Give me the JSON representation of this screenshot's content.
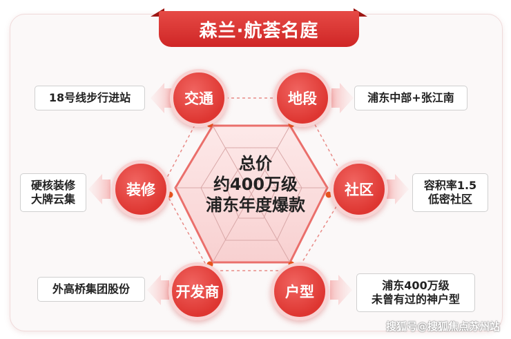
{
  "title": "森兰·航荟名庭",
  "center": {
    "line1": "总价",
    "line2": "约400万级",
    "line3": "浦东年度爆款"
  },
  "nodes": {
    "traffic": "交通",
    "location": "地段",
    "decoration": "装修",
    "community": "社区",
    "developer": "开发商",
    "unit_type": "户型"
  },
  "tags": {
    "traffic": [
      "18号线步行进站"
    ],
    "location": [
      "浦东中部+张江南"
    ],
    "decoration": [
      "硬核装修",
      "大牌云集"
    ],
    "community": [
      "容积率1.5",
      "低密社区"
    ],
    "developer": [
      "外高桥集团股份"
    ],
    "unit_type": [
      "浦东400万级",
      "未曾有过的神户型"
    ]
  },
  "watermark": "搜狐号@搜狐焦点苏州站",
  "colors": {
    "primary_red": "#de3631",
    "dark_red": "#9d1512",
    "hex_fill": "#fbe1e1"
  }
}
